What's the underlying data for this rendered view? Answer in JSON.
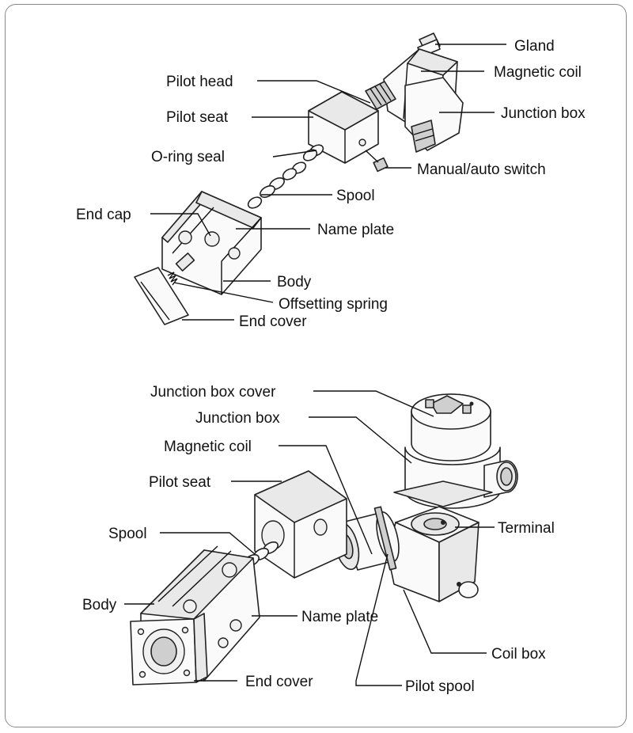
{
  "top_diagram": {
    "labels": {
      "gland": "Gland",
      "magnetic_coil": "Magnetic coil",
      "pilot_head": "Pilot head",
      "junction_box": "Junction box",
      "pilot_seat": "Pilot seat",
      "o_ring_seal": "O-ring seal",
      "manual_auto_switch": "Manual/auto switch",
      "spool": "Spool",
      "end_cap": "End cap",
      "name_plate": "Name plate",
      "body": "Body",
      "offsetting_spring": "Offsetting spring",
      "end_cover": "End cover"
    }
  },
  "bottom_diagram": {
    "labels": {
      "junction_box_cover": "Junction box cover",
      "junction_box": "Junction box",
      "magnetic_coil": "Magnetic coil",
      "pilot_seat": "Pilot seat",
      "terminal": "Terminal",
      "spool": "Spool",
      "body": "Body",
      "name_plate": "Name plate",
      "coil_box": "Coil box",
      "end_cover": "End cover",
      "pilot_spool": "Pilot spool"
    }
  }
}
